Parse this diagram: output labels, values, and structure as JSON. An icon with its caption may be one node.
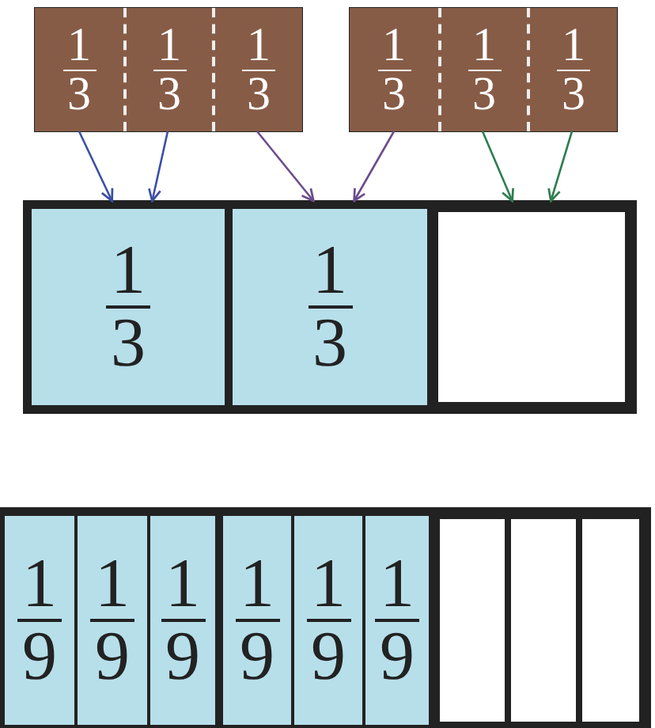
{
  "diagram": {
    "nodes": [
      {
        "text": [],
        "shape": "bar"
      },
      {
        "text": [
          "1",
          "3"
        ],
        "in": 0
      },
      {
        "text": [
          "1",
          "3"
        ],
        "in": 0
      },
      {
        "text": [
          "1",
          "3"
        ],
        "in": 0
      },
      {
        "text": [],
        "shape": "bar"
      },
      {
        "text": [
          "1",
          "3"
        ],
        "in": 4
      },
      {
        "text": [
          "1",
          "3"
        ],
        "in": 4
      },
      {
        "text": [
          "1",
          "3"
        ],
        "in": 4
      },
      {
        "text": [],
        "shape": "bar"
      },
      {
        "text": [
          "1",
          "3"
        ],
        "in": 8
      },
      {
        "text": [
          "1",
          "3"
        ],
        "in": 8
      },
      {
        "text": [],
        "shape": "box",
        "in": 8
      },
      {
        "text": [],
        "shape": "bar"
      },
      {
        "text": [
          "1",
          "9"
        ],
        "in": 12
      },
      {
        "text": [
          "1",
          "9"
        ],
        "in": 12
      },
      {
        "text": [
          "1",
          "9"
        ],
        "in": 12
      },
      {
        "text": [
          "1",
          "9"
        ],
        "in": 12
      },
      {
        "text": [
          "1",
          "9"
        ],
        "in": 12
      },
      {
        "text": [
          "1",
          "9"
        ],
        "in": 12
      },
      {
        "text": [],
        "shape": "box",
        "in": 12
      },
      {
        "text": [],
        "shape": "box",
        "in": 12
      },
      {
        "text": [],
        "shape": "box",
        "in": 12
      }
    ],
    "edges": [
      {
        "from": 1,
        "to": 9,
        "arrow": "to",
        "color": "#3b4fa3"
      },
      {
        "from": 2,
        "to": 9,
        "arrow": "to",
        "color": "#3b4fa3"
      },
      {
        "from": 3,
        "to": 10,
        "arrow": "to",
        "color": "#6b4c8c"
      },
      {
        "from": 5,
        "to": 10,
        "arrow": "to",
        "color": "#6b4c8c"
      },
      {
        "from": 6,
        "to": 11,
        "arrow": "to",
        "color": "#2e7d50"
      },
      {
        "from": 7,
        "to": 11,
        "arrow": "to",
        "color": "#2e7d50"
      }
    ]
  }
}
